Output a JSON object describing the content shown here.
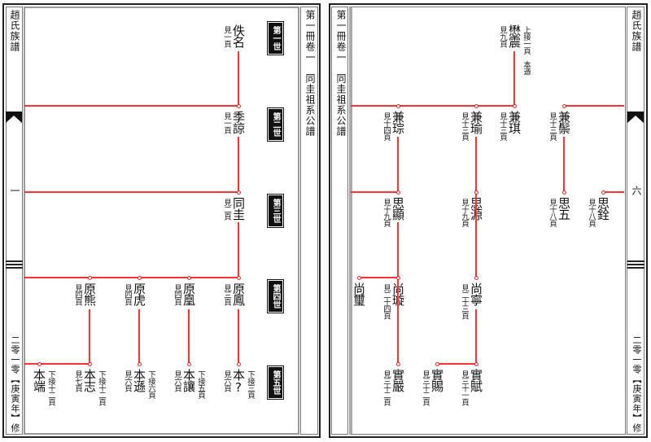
{
  "left_page": {
    "side_title": "趙氏族譜",
    "page_number": "一",
    "edition": "二零一零【庚寅年】修",
    "volume": "第一冊卷一",
    "branch": "同圭祖系公譜",
    "generations": [
      "第一世",
      "第二世",
      "第三世",
      "第四世",
      "第五世"
    ],
    "nodes": [
      {
        "id": "L1",
        "name": "佚名",
        "note": "見一頁",
        "extra": ""
      },
      {
        "id": "L2",
        "name": "季諒",
        "note": "見一頁",
        "extra": ""
      },
      {
        "id": "L3",
        "name": "同圭",
        "note": "見二頁",
        "extra": ""
      },
      {
        "id": "L4a",
        "name": "原鳳",
        "note": "見三頁",
        "extra": ""
      },
      {
        "id": "L4b",
        "name": "原凰",
        "note": "見四頁",
        "extra": ""
      },
      {
        "id": "L4c",
        "name": "原虎",
        "note": "見四頁",
        "extra": ""
      },
      {
        "id": "L4d",
        "name": "原熊",
        "note": "見四頁",
        "extra": ""
      },
      {
        "id": "L5a",
        "name": "本?",
        "note": "見六頁",
        "extra": "下接三頁"
      },
      {
        "id": "L5b",
        "name": "本讓",
        "note": "見六頁",
        "extra": "下接五頁"
      },
      {
        "id": "L5c",
        "name": "本遜",
        "note": "見六頁",
        "extra": "下接六頁"
      },
      {
        "id": "L5d",
        "name": "本志",
        "note": "見七頁",
        "extra": "下接十二頁"
      },
      {
        "id": "L5e",
        "name": "本端",
        "note": "",
        "extra": "下接十二頁"
      }
    ]
  },
  "right_page": {
    "side_title": "趙氏族譜",
    "page_number": "六",
    "edition": "二零一零【庚寅年】修",
    "volume": "第一冊卷一",
    "branch": "同圭祖系公譜",
    "nodes": [
      {
        "id": "R1",
        "name": "懋震",
        "note": "見九頁",
        "extra": "上接一頁　本遜"
      },
      {
        "id": "R2a",
        "name": "兼琪",
        "note": "見十三頁",
        "extra": ""
      },
      {
        "id": "R2b",
        "name": "兼瑜",
        "note": "見十三頁",
        "extra": ""
      },
      {
        "id": "R2c",
        "name": "兼琮",
        "note": "見十四頁",
        "extra": ""
      },
      {
        "id": "R2d",
        "name": "兼鬃",
        "note": "見十三頁",
        "extra": ""
      },
      {
        "id": "R3a",
        "name": "思顯",
        "note": "見十九頁",
        "extra": ""
      },
      {
        "id": "R3b",
        "name": "思源",
        "note": "見十九頁",
        "extra": ""
      },
      {
        "id": "R3c",
        "name": "思五",
        "note": "見十八頁",
        "extra": ""
      },
      {
        "id": "R3d",
        "name": "思銓",
        "note": "見十八頁",
        "extra": ""
      },
      {
        "id": "R4a",
        "name": "尚璇",
        "note": "見二十四頁",
        "extra": ""
      },
      {
        "id": "R4b",
        "name": "尚璽",
        "note": "",
        "extra": ""
      },
      {
        "id": "R4c",
        "name": "尚寧",
        "note": "見二十三頁",
        "extra": ""
      },
      {
        "id": "R5a",
        "name": "實嚴",
        "note": "見三十二頁",
        "extra": ""
      },
      {
        "id": "R5b",
        "name": "實賜",
        "note": "見三十二頁",
        "extra": ""
      },
      {
        "id": "R5c",
        "name": "實賦",
        "note": "見三十一頁",
        "extra": ""
      }
    ]
  }
}
